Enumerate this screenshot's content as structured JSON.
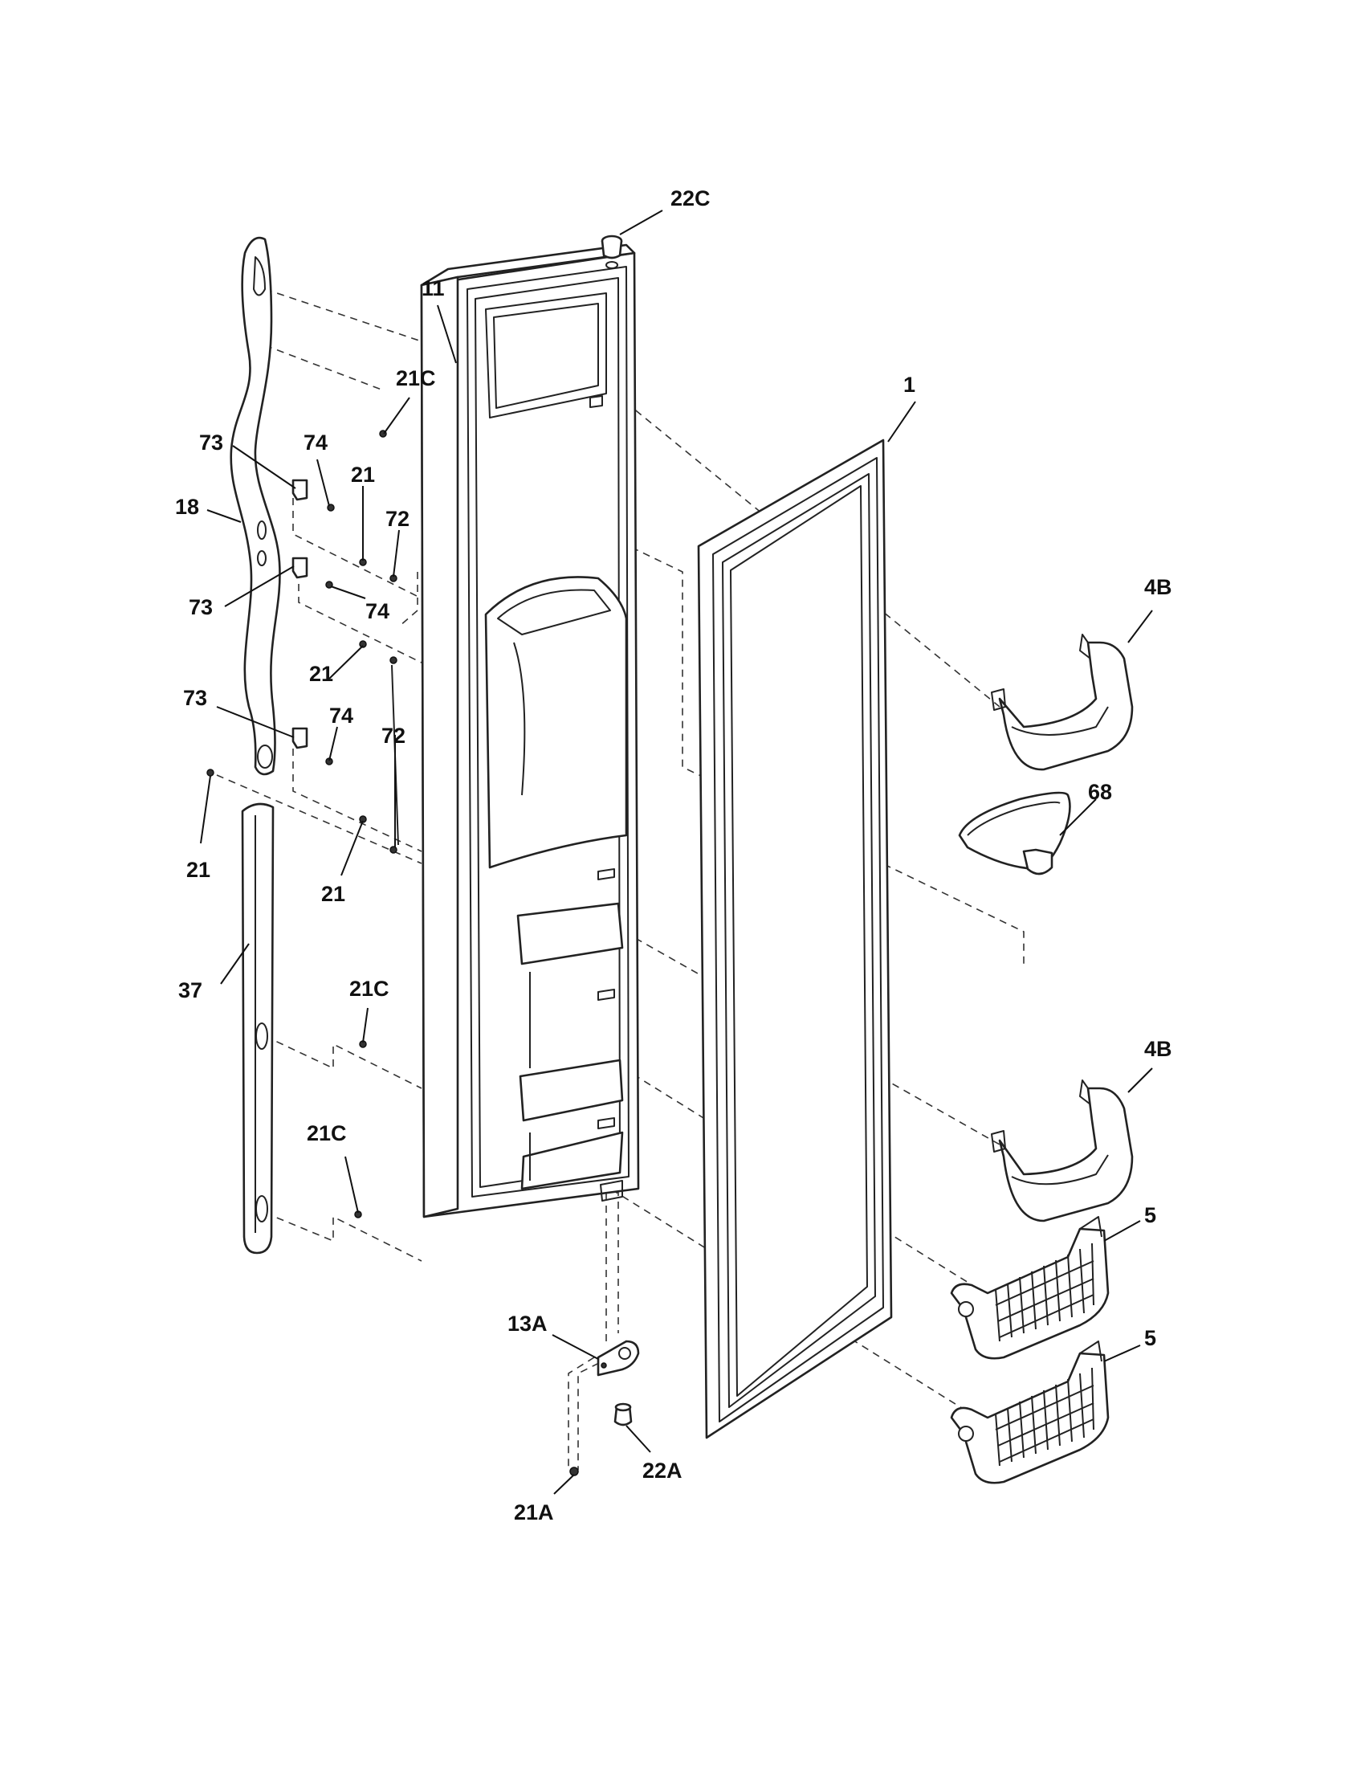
{
  "diagram": {
    "part_labels": {
      "p22C": "22C",
      "p11": "11",
      "p21C_top": "21C",
      "p1": "1",
      "p73_a": "73",
      "p74_a": "74",
      "p21_a": "21",
      "p72_a": "72",
      "p18": "18",
      "p73_b": "73",
      "p74_b": "74",
      "p21_b": "21",
      "p4B_a": "4B",
      "p73_c": "73",
      "p74_c": "74",
      "p72_b": "72",
      "p68": "68",
      "p21_c": "21",
      "p21_d": "21",
      "p37": "37",
      "p21C_mid": "21C",
      "p4B_b": "4B",
      "p21C_low": "21C",
      "p5_a": "5",
      "p5_b": "5",
      "p13A": "13A",
      "p22A": "22A",
      "p21A": "21A"
    }
  }
}
